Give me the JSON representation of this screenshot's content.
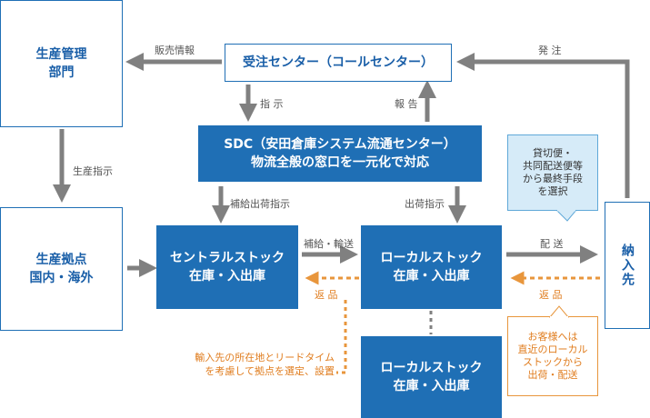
{
  "nodes": {
    "production_mgmt": "生産管理\n部門",
    "order_center": "受注センター（コールセンター）",
    "sdc": "SDC（安田倉庫システム流通センター）\n物流全般の窓口を一元化で対応",
    "production_base": "生産拠点\n国内・海外",
    "central_stock": "セントラルストック\n在庫・入出庫",
    "local_stock_1": "ローカルストック\n在庫・入出庫",
    "local_stock_2": "ローカルストック\n在庫・入出庫",
    "destination": "納入先"
  },
  "edge_labels": {
    "sales_info": "販売情報",
    "order": "発 注",
    "instruct": "指 示",
    "report": "報 告",
    "production_instruct": "生産指示",
    "replenish_instruct": "補給出荷指示",
    "ship_instruct": "出荷指示",
    "replenish_transport": "補給・輸送",
    "delivery": "配 送",
    "return_1": "返 品",
    "return_2": "返 品"
  },
  "callouts": {
    "blue": "貸切便・\n共同配送便等\nから最終手段\nを選択",
    "orange": "お客様へは\n直近のローカル\nストックから\n出荷・配送"
  },
  "note": "輸入先の所在地とリードタイム\nを考慮して拠点を選定、設置",
  "colors": {
    "primary": "#1f6fb5",
    "arrow_gray": "#808080",
    "return_orange": "#e8963c",
    "callout_blue_bg": "#d6ebf8"
  }
}
